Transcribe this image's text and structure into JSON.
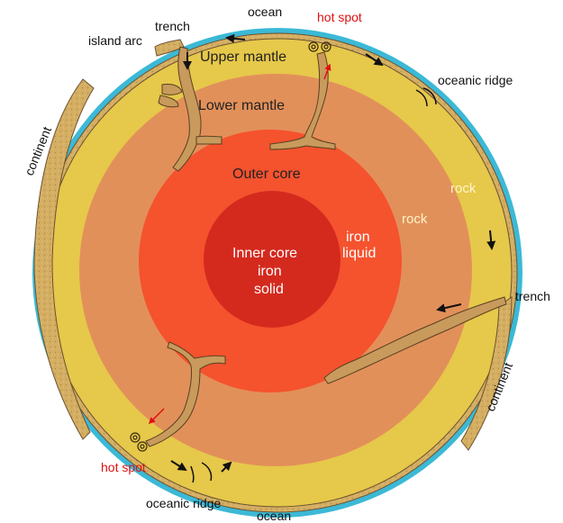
{
  "labels": {
    "ocean_top": "ocean",
    "hot_spot_top": "hot spot",
    "trench_top": "trench",
    "island_arc": "island arc",
    "upper_mantle": "Upper mantle",
    "lower_mantle": "Lower mantle",
    "oceanic_ridge_right": "oceanic ridge",
    "continent_left": "continent",
    "outer_core": "Outer core",
    "rock_upper": "rock",
    "rock_lower": "rock",
    "iron_liquid_1": "iron",
    "iron_liquid_2": "liquid",
    "inner_core": "Inner core",
    "iron_solid_1": "iron",
    "iron_solid_2": "solid",
    "trench_right": "trench",
    "continent_right": "continent",
    "hot_spot_bottom": "hot spot",
    "oceanic_ridge_bottom": "oceanic ridge",
    "ocean_bottom": "ocean"
  },
  "colors": {
    "ocean": "#3bb9d6",
    "crust": "#d4ae62",
    "upper_mantle": "#e6c84a",
    "lower_mantle": "#e2905a",
    "outer_core": "#f5522e",
    "inner_core": "#d42a1e",
    "plume": "#c89a5c",
    "hot_spot_text": "#e01010"
  }
}
